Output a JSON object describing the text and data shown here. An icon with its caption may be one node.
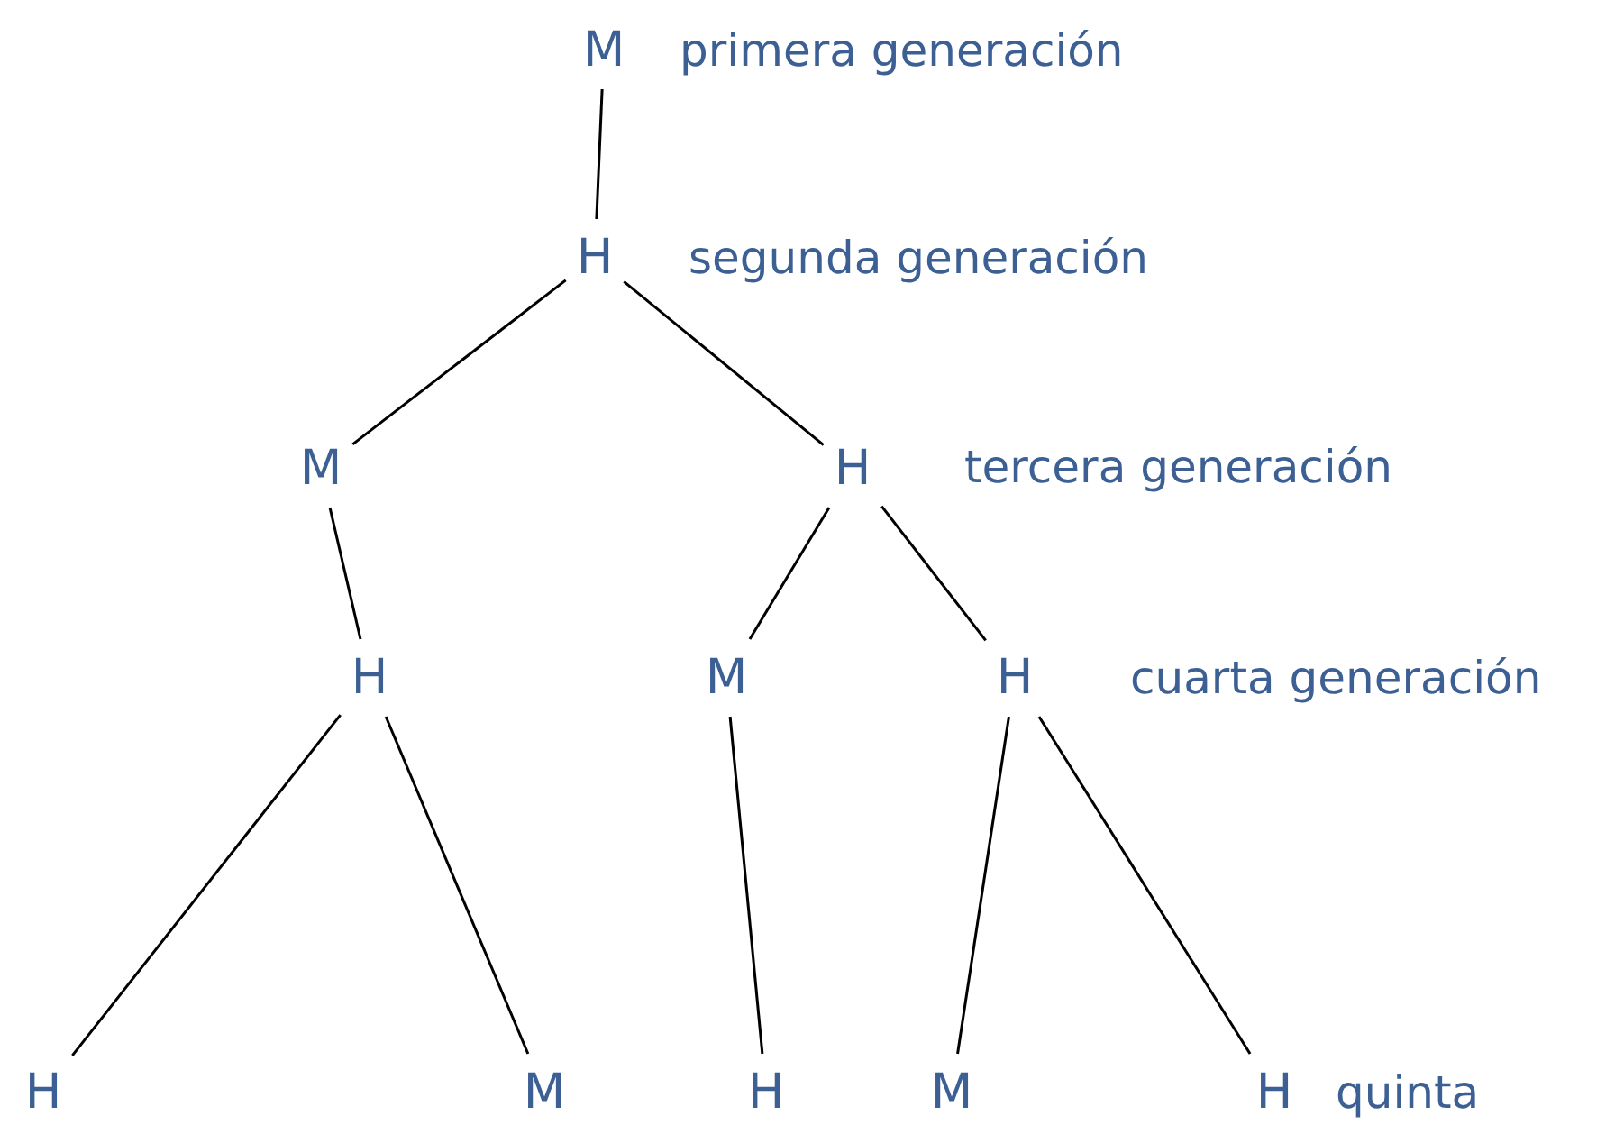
{
  "diagram": {
    "nodes": [
      {
        "text": [
          "M"
        ],
        "beside": [
          "primera generación"
        ]
      },
      {
        "text": [
          "H"
        ],
        "beside": [
          "segunda generación"
        ]
      },
      {
        "text": [
          "M"
        ]
      },
      {
        "text": [
          "H"
        ],
        "beside": [
          "tercera generación"
        ]
      },
      {
        "text": [
          "H"
        ]
      },
      {
        "text": [
          "M"
        ]
      },
      {
        "text": [
          "H"
        ],
        "beside": [
          "cuarta generación"
        ]
      },
      {
        "text": [
          "H"
        ]
      },
      {
        "text": [
          "M"
        ]
      },
      {
        "text": [
          "H"
        ]
      },
      {
        "text": [
          "M"
        ]
      },
      {
        "text": [
          "H"
        ],
        "beside": [
          "quinta"
        ]
      }
    ],
    "edges": [
      {
        "from": 0,
        "to": 1,
        "arrow": "none"
      },
      {
        "from": 1,
        "to": 2,
        "arrow": "none"
      },
      {
        "from": 1,
        "to": 3,
        "arrow": "none"
      },
      {
        "from": 2,
        "to": 4,
        "arrow": "none"
      },
      {
        "from": 3,
        "to": 5,
        "arrow": "none"
      },
      {
        "from": 3,
        "to": 6,
        "arrow": "none"
      },
      {
        "from": 4,
        "to": 7,
        "arrow": "none"
      },
      {
        "from": 4,
        "to": 8,
        "arrow": "none"
      },
      {
        "from": 5,
        "to": 9,
        "arrow": "none"
      },
      {
        "from": 6,
        "to": 10,
        "arrow": "none"
      },
      {
        "from": 6,
        "to": 11,
        "arrow": "none"
      }
    ]
  }
}
